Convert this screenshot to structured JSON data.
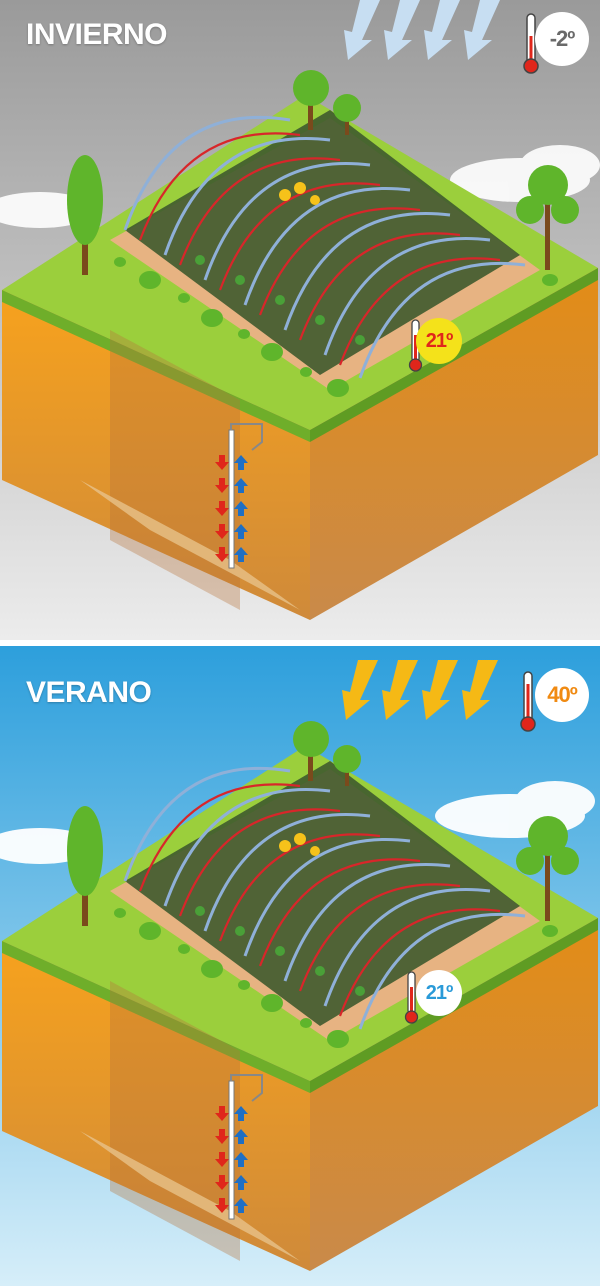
{
  "winter": {
    "title": "INVIERNO",
    "outside_temp": "-2º",
    "inside_temp": "21º",
    "sky_colors": [
      "#9a9a9a",
      "#e6e6e6"
    ],
    "outside_badge_bg": "#ffffff",
    "outside_badge_color": "#6a6a6a",
    "inside_badge_bg": "#f4e21a",
    "inside_badge_color": "#e0261b"
  },
  "summer": {
    "title": "VERANO",
    "outside_temp": "40º",
    "inside_temp": "21º",
    "sky_colors": [
      "#2d9fdc",
      "#cfeaf8"
    ],
    "outside_badge_bg": "#ffffff",
    "outside_badge_color": "#f08a12",
    "inside_badge_bg": "#ffffff",
    "inside_badge_color": "#2a9ad8"
  },
  "colors": {
    "grass": "#9bcf3c",
    "soil_front": "#f39c1e",
    "soil_side": "#d9851a",
    "cold_arrow": "#c2dcf2",
    "sun_arrow": "#f5b915",
    "hot_flow": "#e0261b",
    "cold_flow": "#1f6fc4"
  }
}
